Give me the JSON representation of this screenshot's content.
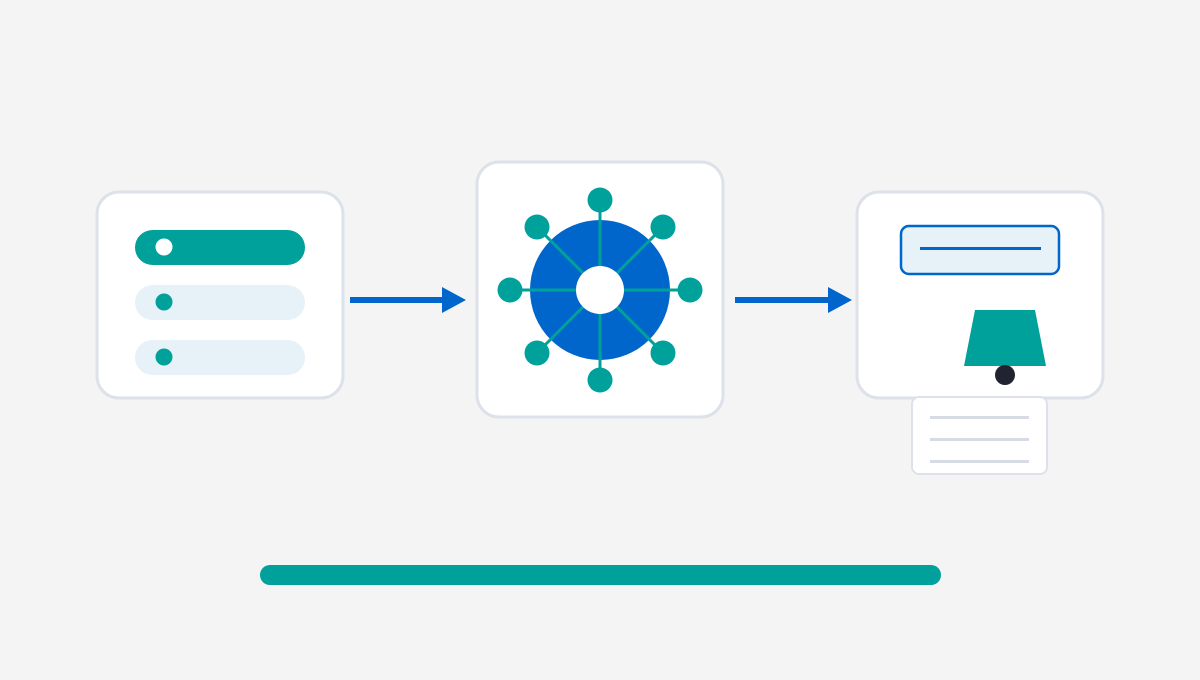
{
  "colors": {
    "background": "#f4f4f4",
    "card_fill": "#ffffff",
    "card_border": "#dde1ea",
    "teal": "#00a19a",
    "blue": "#0066cc",
    "light_blue_fill": "#e6f1f8",
    "dark_dot": "#1f2430",
    "doc_line": "#d6dbe4"
  },
  "icons": {
    "input_card": "options-list-icon",
    "arrow_1": "arrow-right-icon",
    "hub_card": "hub-network-icon",
    "arrow_2": "arrow-right-icon",
    "output_card": "text-field-and-lamp-icon",
    "document": "document-lines-icon",
    "bottom_bar": "progress-bar"
  },
  "diagram": {
    "input_options": [
      {
        "state": "selected"
      },
      {
        "state": "unselected"
      },
      {
        "state": "unselected"
      }
    ],
    "hub_spokes": 8,
    "document_lines": 3,
    "progress": 1.0
  }
}
